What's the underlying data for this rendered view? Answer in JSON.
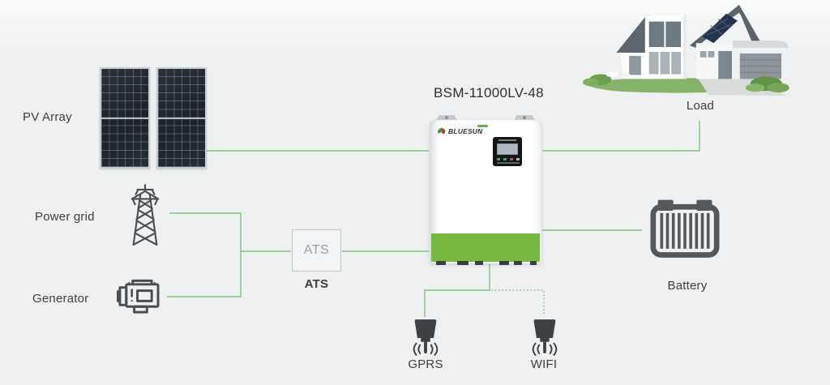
{
  "diagram": {
    "title": "BSM-11000LV-48",
    "inverter_brand": "BLUESUN",
    "labels": {
      "pv_array": "PV Array",
      "power_grid": "Power grid",
      "generator": "Generator",
      "ats_box": "ATS",
      "ats": "ATS",
      "load": "Load",
      "battery": "Battery",
      "gprs": "GPRS",
      "wifi": "WIFI"
    },
    "connections": [
      {
        "from": "pv_array",
        "to": "inverter",
        "style": "solid"
      },
      {
        "from": "power_grid",
        "to": "ats",
        "style": "solid"
      },
      {
        "from": "generator",
        "to": "ats",
        "style": "solid"
      },
      {
        "from": "ats",
        "to": "inverter",
        "style": "solid"
      },
      {
        "from": "inverter",
        "to": "load",
        "style": "solid"
      },
      {
        "from": "inverter",
        "to": "battery",
        "style": "solid"
      },
      {
        "from": "inverter",
        "to": "gprs",
        "style": "solid"
      },
      {
        "from": "inverter",
        "to": "wifi",
        "style": "dotted"
      }
    ],
    "colors": {
      "background": "#eef0f1",
      "connector_green": "#7cc47f",
      "inverter_green": "#77b840",
      "icon_dark": "#4b4e51",
      "text_dark": "#3c3e40"
    }
  }
}
